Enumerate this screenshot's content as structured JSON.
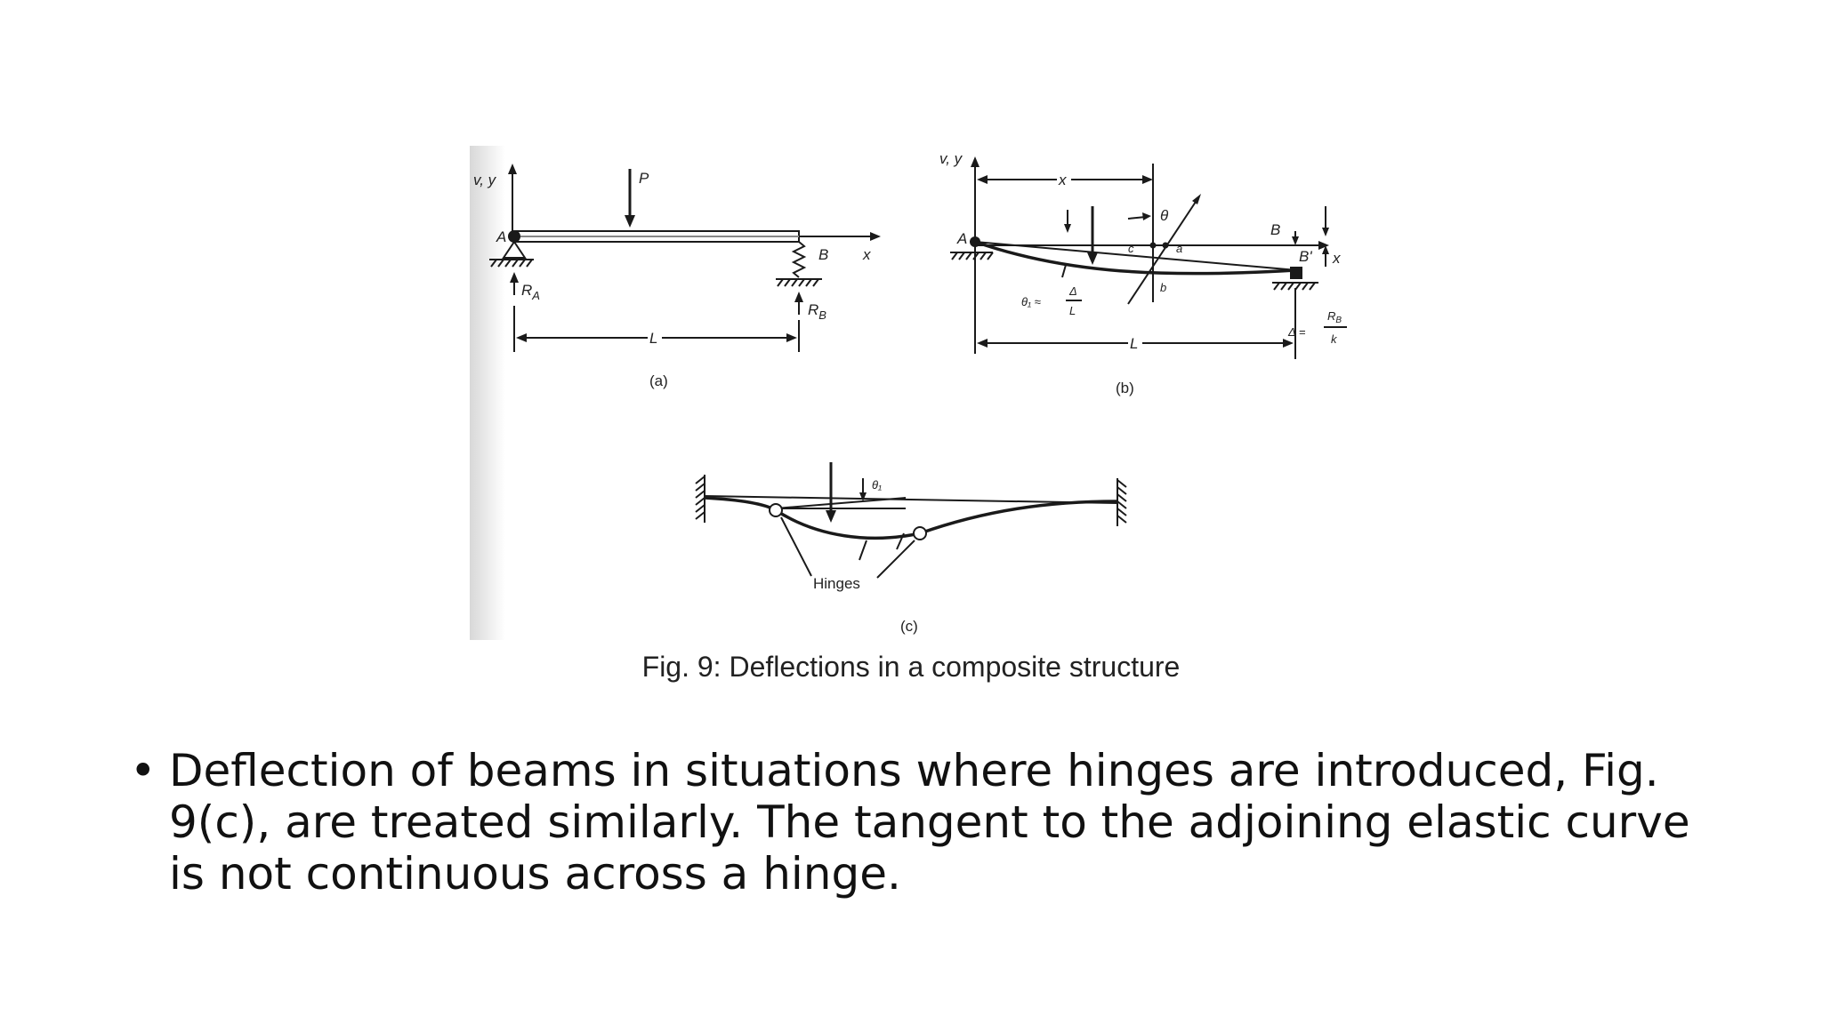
{
  "figure": {
    "caption": "Fig. 9: Deflections in a composite structure",
    "panel_a": {
      "label": "(a)",
      "axis": "v, y",
      "x": "x",
      "load": "P",
      "point_a": "A",
      "point_b": "B",
      "reaction_a": "R",
      "reaction_a_sub": "A",
      "reaction_b": "R",
      "reaction_b_sub": "B",
      "length": "L"
    },
    "panel_b": {
      "label": "(b)",
      "axis": "v, y",
      "x_top": "x",
      "x_axis": "x",
      "theta": "θ",
      "point_a": "A",
      "point_b": "B",
      "point_b_prime": "B'",
      "c": "c",
      "a": "a",
      "b": "b",
      "theta1_lhs": "θ₁ ≈",
      "theta1_num": "Δ",
      "theta1_den": "L",
      "length": "L",
      "delta_lhs": "Δ =",
      "delta_num": "R",
      "delta_num_sub": "B",
      "delta_den": "k"
    },
    "panel_c": {
      "label": "(c)",
      "theta1": "θ₁",
      "hinges": "Hinges"
    }
  },
  "bullets": [
    {
      "marker": "•",
      "text": "Deflection of beams in situations where hinges are introduced, Fig. 9(c), are treated similarly. The tangent to the adjoining elastic curve is not continuous across a hinge."
    }
  ]
}
